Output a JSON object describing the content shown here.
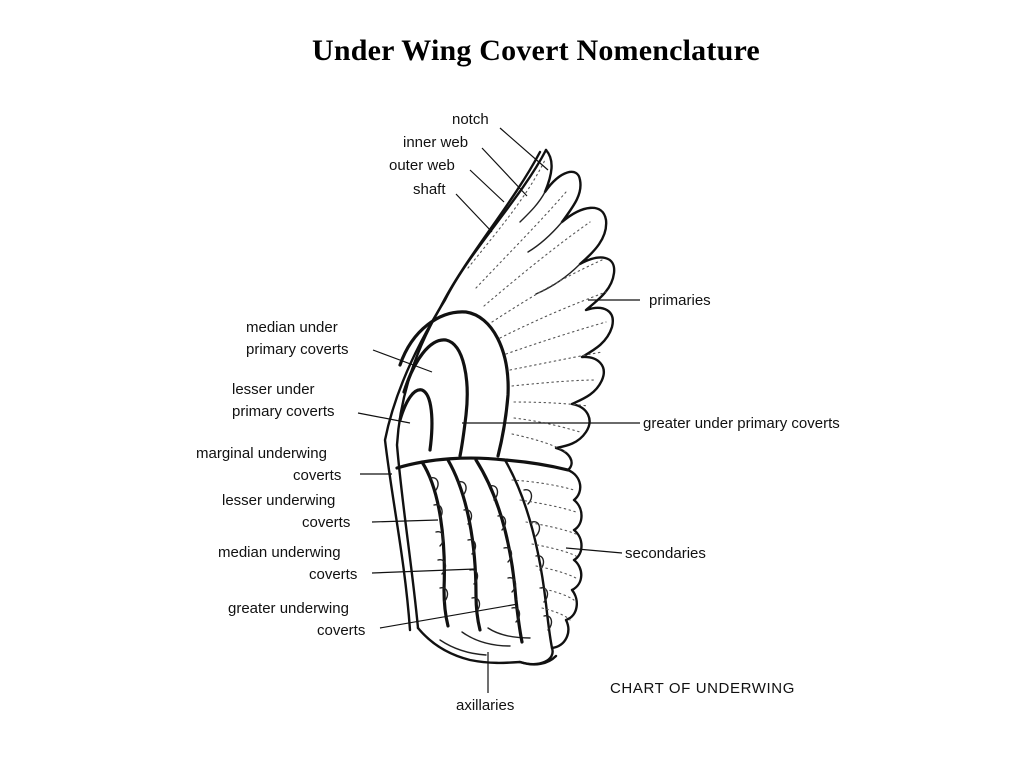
{
  "slide": {
    "title": "Under Wing Covert Nomenclature"
  },
  "diagram": {
    "labels": {
      "notch": "notch",
      "inner_web": "inner web",
      "outer_web": "outer web",
      "shaft": "shaft",
      "primaries": "primaries",
      "median_under_primary_coverts": [
        "median under",
        "primary coverts"
      ],
      "lesser_under_primary_coverts": [
        "lesser under",
        "primary coverts"
      ],
      "greater_under_primary_coverts": "greater under primary coverts",
      "marginal_underwing_coverts": [
        "marginal underwing",
        "coverts"
      ],
      "lesser_underwing_coverts": [
        "lesser underwing",
        "coverts"
      ],
      "median_underwing_coverts": [
        "median underwing",
        "coverts"
      ],
      "greater_underwing_coverts": [
        "greater underwing",
        "coverts"
      ],
      "secondaries": "secondaries",
      "axillaries": "axillaries"
    },
    "caption": "CHART OF UNDERWING"
  }
}
